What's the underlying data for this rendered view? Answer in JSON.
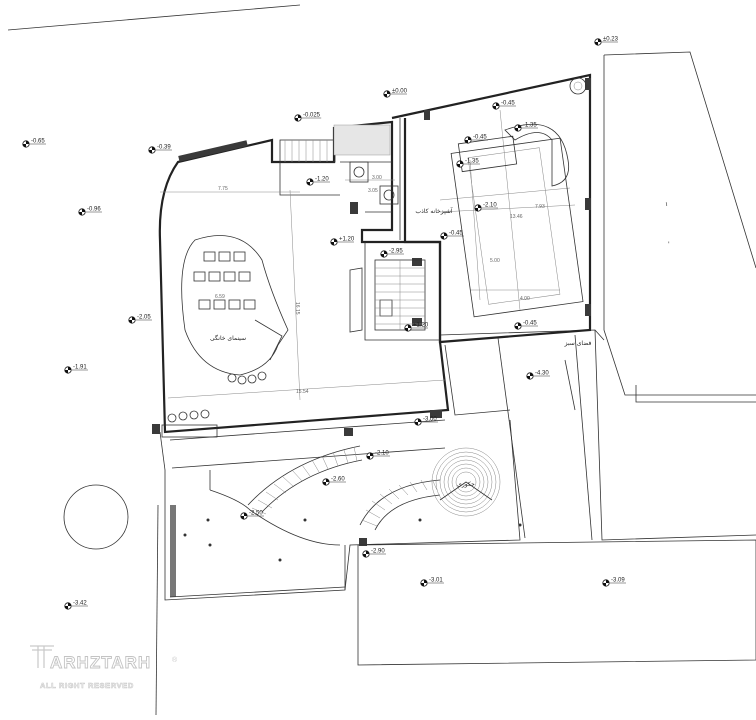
{
  "levels": [
    {
      "id": "lv-023",
      "text": "±0.23"
    },
    {
      "id": "lv-000",
      "text": "±0.00"
    },
    {
      "id": "lv-0025",
      "text": "-0.025"
    },
    {
      "id": "lv-039",
      "text": "-0.39"
    },
    {
      "id": "lv-065",
      "text": "-0.65"
    },
    {
      "id": "lv-096",
      "text": "-0.96"
    },
    {
      "id": "lv-045a",
      "text": "-0.45"
    },
    {
      "id": "lv-045b",
      "text": "-0.45"
    },
    {
      "id": "lv-135a",
      "text": "-1.35"
    },
    {
      "id": "lv-135b",
      "text": "-1.35"
    },
    {
      "id": "lv-120a",
      "text": "-1.20"
    },
    {
      "id": "lv-210a",
      "text": "-2.10"
    },
    {
      "id": "lv-045c",
      "text": "-0.45"
    },
    {
      "id": "lv-120b",
      "text": "+1.20"
    },
    {
      "id": "lv-295",
      "text": "-2.95"
    },
    {
      "id": "lv-205",
      "text": "-2.05"
    },
    {
      "id": "lv-120c",
      "text": "+1.20"
    },
    {
      "id": "lv-045d",
      "text": "-0.45"
    },
    {
      "id": "lv-191",
      "text": "-1.91"
    },
    {
      "id": "lv-430",
      "text": "-4.30"
    },
    {
      "id": "lv-300",
      "text": "-3.00"
    },
    {
      "id": "lv-210b",
      "text": "-2.10"
    },
    {
      "id": "lv-260",
      "text": "-2.60"
    },
    {
      "id": "lv-250",
      "text": "-2.50"
    },
    {
      "id": "lv-290",
      "text": "-2.90"
    },
    {
      "id": "lv-301",
      "text": "-3.01"
    },
    {
      "id": "lv-309",
      "text": "-3.09"
    },
    {
      "id": "lv-342",
      "text": "-3.42"
    }
  ],
  "dimensions": {
    "d775": "7.75",
    "d300": "3.00",
    "d305": "3.05",
    "d793": "7.93",
    "d1346": "13.46",
    "d500": "5.00",
    "d400": "4.00",
    "d1615": "16.15",
    "d659": "6.59",
    "d1554": "15.54"
  },
  "rooms": {
    "cinema": "سینمای خانگی",
    "kitchen": "آشپزخانه کاذب",
    "pool": "جکوزی",
    "terrace": "فضای سبز",
    "mark": "۱"
  },
  "watermark": {
    "brand": "ARHZTARH",
    "tagline": "ALL RIGHT RESERVED",
    "reg": "®"
  }
}
